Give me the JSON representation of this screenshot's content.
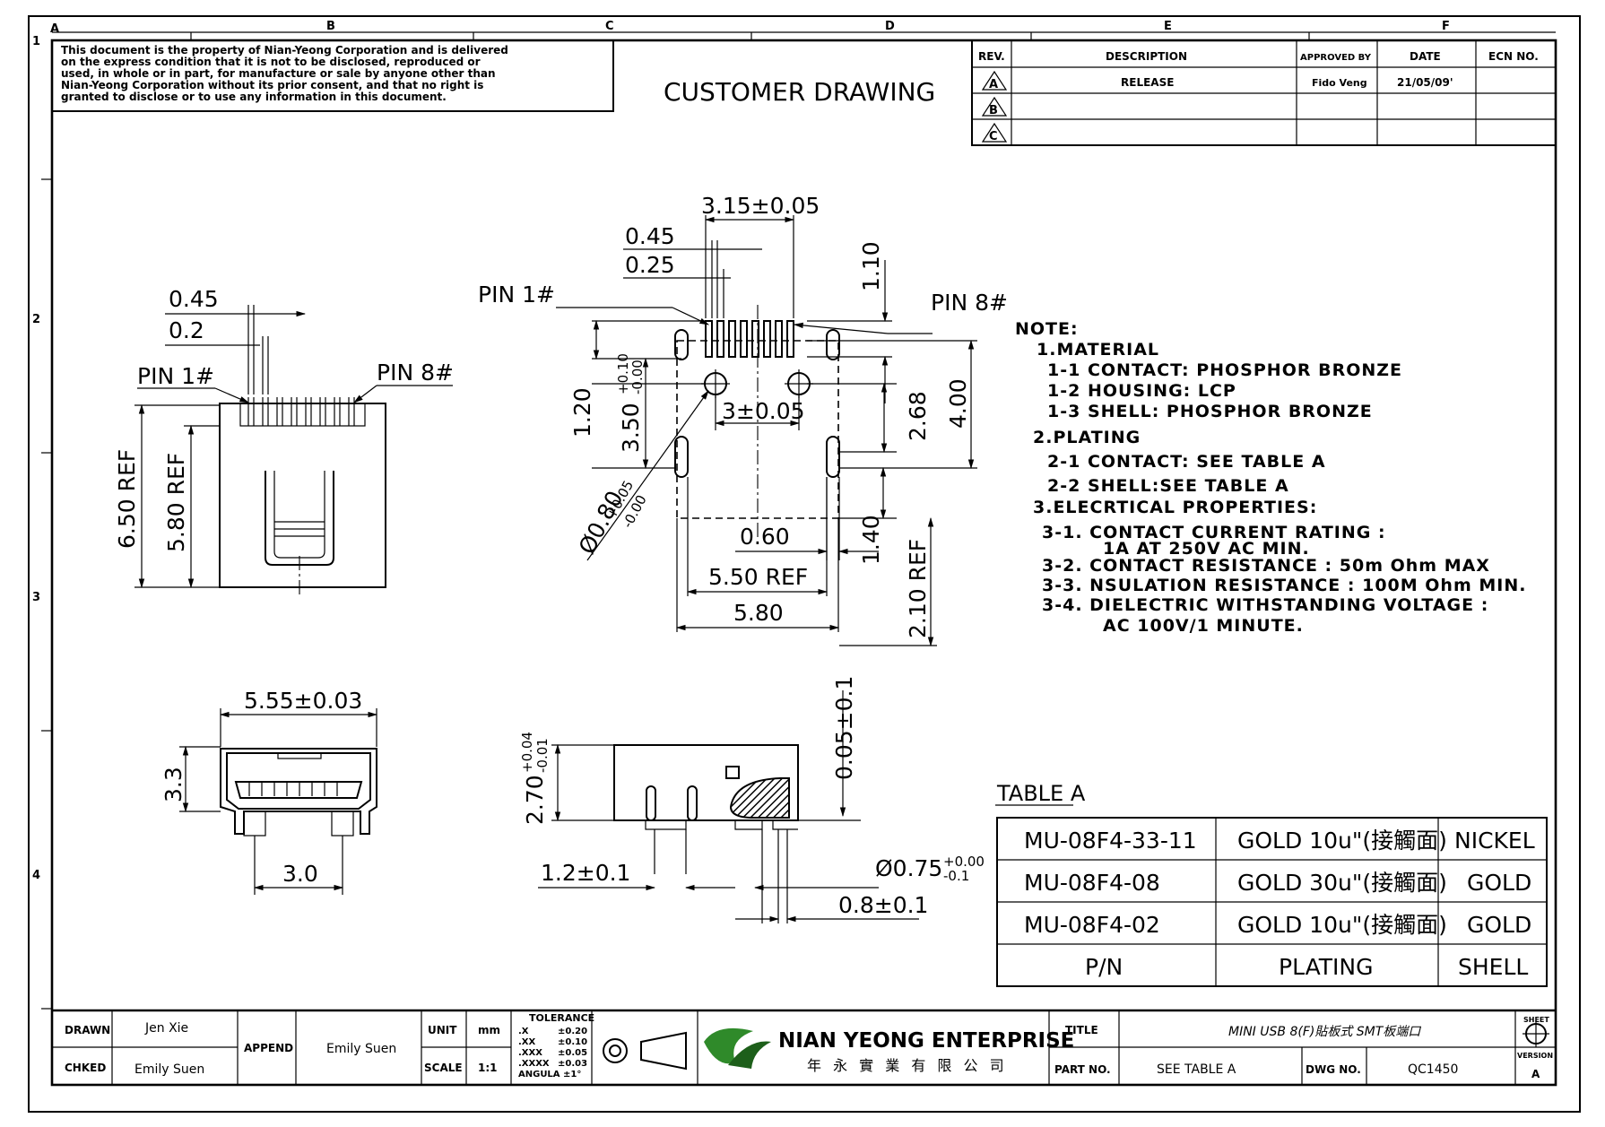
{
  "sheet": {
    "column_markers": [
      "A",
      "B",
      "C",
      "D",
      "E",
      "F"
    ],
    "row_markers": [
      "1",
      "2",
      "3",
      "4"
    ],
    "title": "CUSTOMER DRAWING"
  },
  "disclaimer": [
    "This document is the property of Nian-Yeong Corporation and is delivered",
    "on  the  express condition that it is not to be disclosed, reproduced or",
    "used, in whole or in part, for manufacture or sale by anyone other than",
    "Nian-Yeong Corporation without  its prior consent, and that  no right  is",
    "granted to disclose or to use any information in this  document."
  ],
  "revision_table": {
    "headers": [
      "REV.",
      "DESCRIPTION",
      "APPROVED BY",
      "DATE",
      "ECN NO."
    ],
    "rows": [
      {
        "rev": "A",
        "description": "RELEASE",
        "approved": "Fido Veng",
        "date": "21/05/09'",
        "ecn": ""
      },
      {
        "rev": "B",
        "description": "",
        "approved": "",
        "date": "",
        "ecn": ""
      },
      {
        "rev": "C",
        "description": "",
        "approved": "",
        "date": "",
        "ecn": ""
      }
    ]
  },
  "left_view": {
    "dim_045": "0.45",
    "dim_02": "0.2",
    "pin1": "PIN  1#",
    "pin8": "PIN  8#",
    "dim_650": "6.50  REF",
    "dim_580": "5.80  REF"
  },
  "top_view": {
    "dim_315": "3.15±0.05",
    "dim_045": "0.45",
    "dim_025": "0.25",
    "dim_110": "1.10",
    "pin1": "PIN  1#",
    "pin8": "PIN  8#",
    "dim_120": "1.20",
    "dim_350": "3.50",
    "dim_350_tol_up": "+0.10",
    "dim_350_tol_dn": "-0.00",
    "dim_3": "3±0.05",
    "dim_268": "2.68",
    "dim_400": "4.00",
    "dim_080": "Ø0.80",
    "dim_080_tol_up": "+0.05",
    "dim_080_tol_dn": "-0.00",
    "dim_060": "0.60",
    "dim_140": "1.40",
    "dim_550": "5.50  REF",
    "dim_580": "5.80",
    "dim_210": "2.10  REF"
  },
  "front_view": {
    "dim_555": "5.55±0.03",
    "dim_33": "3.3",
    "dim_30": "3.0"
  },
  "side_view": {
    "dim_270": "2.70",
    "dim_270_tol_up": "+0.04",
    "dim_270_tol_dn": "-0.01",
    "dim_005": "0.05±0.1",
    "dim_12": "1.2±0.1",
    "dim_075": "Ø0.75",
    "dim_075_tol_up": "+0.00",
    "dim_075_tol_dn": "-0.1",
    "dim_08": "0.8±0.1"
  },
  "notes": {
    "heading": "NOTE:",
    "lines": [
      "1.MATERIAL",
      "1-1  CONTACT:  PHOSPHOR  BRONZE",
      "1-2  HOUSING:  LCP",
      "1-3  SHELL:  PHOSPHOR  BRONZE",
      "2.PLATING",
      "2-1  CONTACT:  SEE  TABLE  A",
      "2-2  SHELL:SEE  TABLE  A",
      "3.ELECRTICAL  PROPERTIES:",
      "3-1.  CONTACT  CURRENT  RATING  :",
      "1A  AT  250V  AC  MIN.",
      "3-2.  CONTACT  RESISTANCE  :  50m  Ohm  MAX",
      "3-3.  NSULATION  RESISTANCE  :  100M  Ohm  MIN.",
      "3-4.  DIELECTRIC  WITHSTANDING  VOLTAGE  :",
      "AC  100V/1  MINUTE."
    ]
  },
  "table_a": {
    "title": "TABLE A",
    "rows": [
      [
        "MU-08F4-33-11",
        "GOLD  10u\"(接觸面)",
        "NICKEL"
      ],
      [
        "MU-08F4-08",
        "GOLD  30u\"(接觸面)",
        "GOLD"
      ],
      [
        "MU-08F4-02",
        "GOLD  10u\"(接觸面)",
        "GOLD"
      ]
    ],
    "header": [
      "P/N",
      "PLATING",
      "SHELL"
    ]
  },
  "title_block": {
    "drawn_label": "DRAWN",
    "drawn_value": "Jen Xie",
    "checked_label": "CHKED",
    "checked_value": "Emily Suen",
    "append_label": "APPEND",
    "append_value": "Emily Suen",
    "unit_label": "UNIT",
    "unit_value": "mm",
    "scale_label": "SCALE",
    "scale_value": "1:1",
    "tolerance_title": "TOLERANCE",
    "tolerances": [
      [
        ".X",
        "±0.20"
      ],
      [
        ".XX",
        "±0.10"
      ],
      [
        ".XXX",
        "±0.05"
      ],
      [
        ".XXXX",
        "±0.03"
      ],
      [
        "ANGULA",
        "±1°"
      ]
    ],
    "company_name": "NIAN YEONG ENTERPRISE",
    "company_chinese": "年 永 實 業 有 限 公 司",
    "title_label": "TITLE",
    "title_value": "MINI  USB  8(F)貼板式  SMT板端口",
    "part_label": "PART NO.",
    "part_value": "SEE  TABLE  A",
    "dwg_label": "DWG NO.",
    "dwg_value": "QC1450",
    "sheet_label": "SHEET",
    "version_label": "VERSION",
    "version_value": "A"
  }
}
